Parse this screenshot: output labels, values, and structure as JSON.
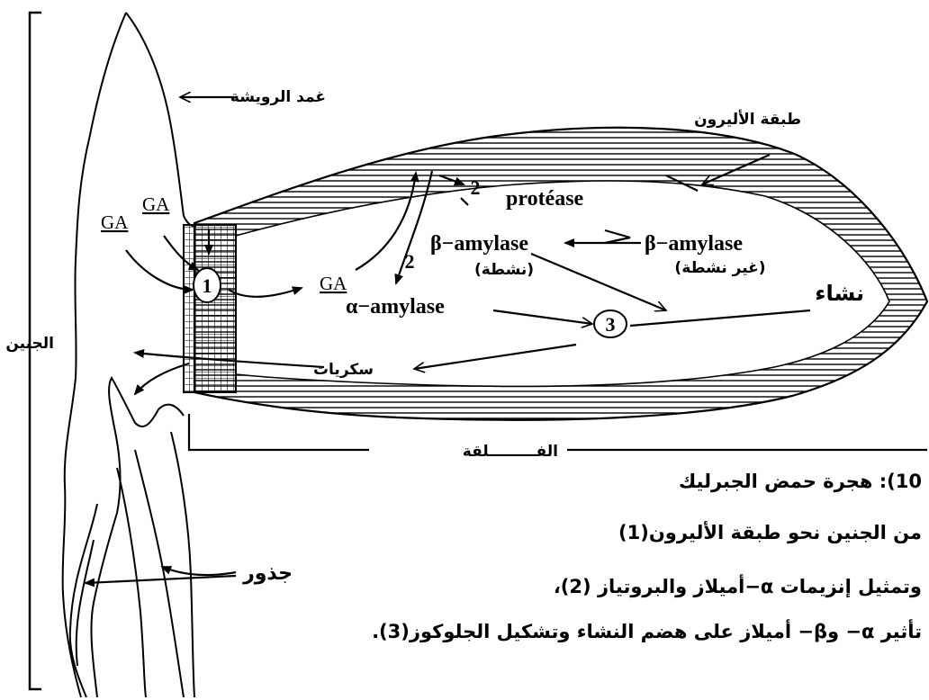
{
  "labels": {
    "embryo": "الجنين",
    "coleoptile": "غمد الرويشة",
    "aleurone": "طبقة الأليرون",
    "endosperm": "الفـــــــــلقة",
    "starch": "نشاء",
    "sugars": "سكريات",
    "roots": "جذور",
    "ga": "GA",
    "protease": "protéase",
    "beta_amylase": "β−amylase",
    "beta_amylase_inactive": "β−amylase",
    "alpha_amylase": "α−amylase",
    "active": "(نشطة)",
    "inactive": "(غير نشطة)",
    "step1": "1",
    "step2": "2",
    "step3": "3"
  },
  "caption": {
    "line1": "10): هجرة حمض الجبرليك",
    "line2": "من الجنين نحو طبقة الأليرون(1)",
    "line3": "وتمثيل إنزيمات α−أميلاز والبروتياز (2)،",
    "line4": "تأثير α− وβ− أميلاز على هضم النشاء وتشكيل الجلوكوز(3)."
  }
}
